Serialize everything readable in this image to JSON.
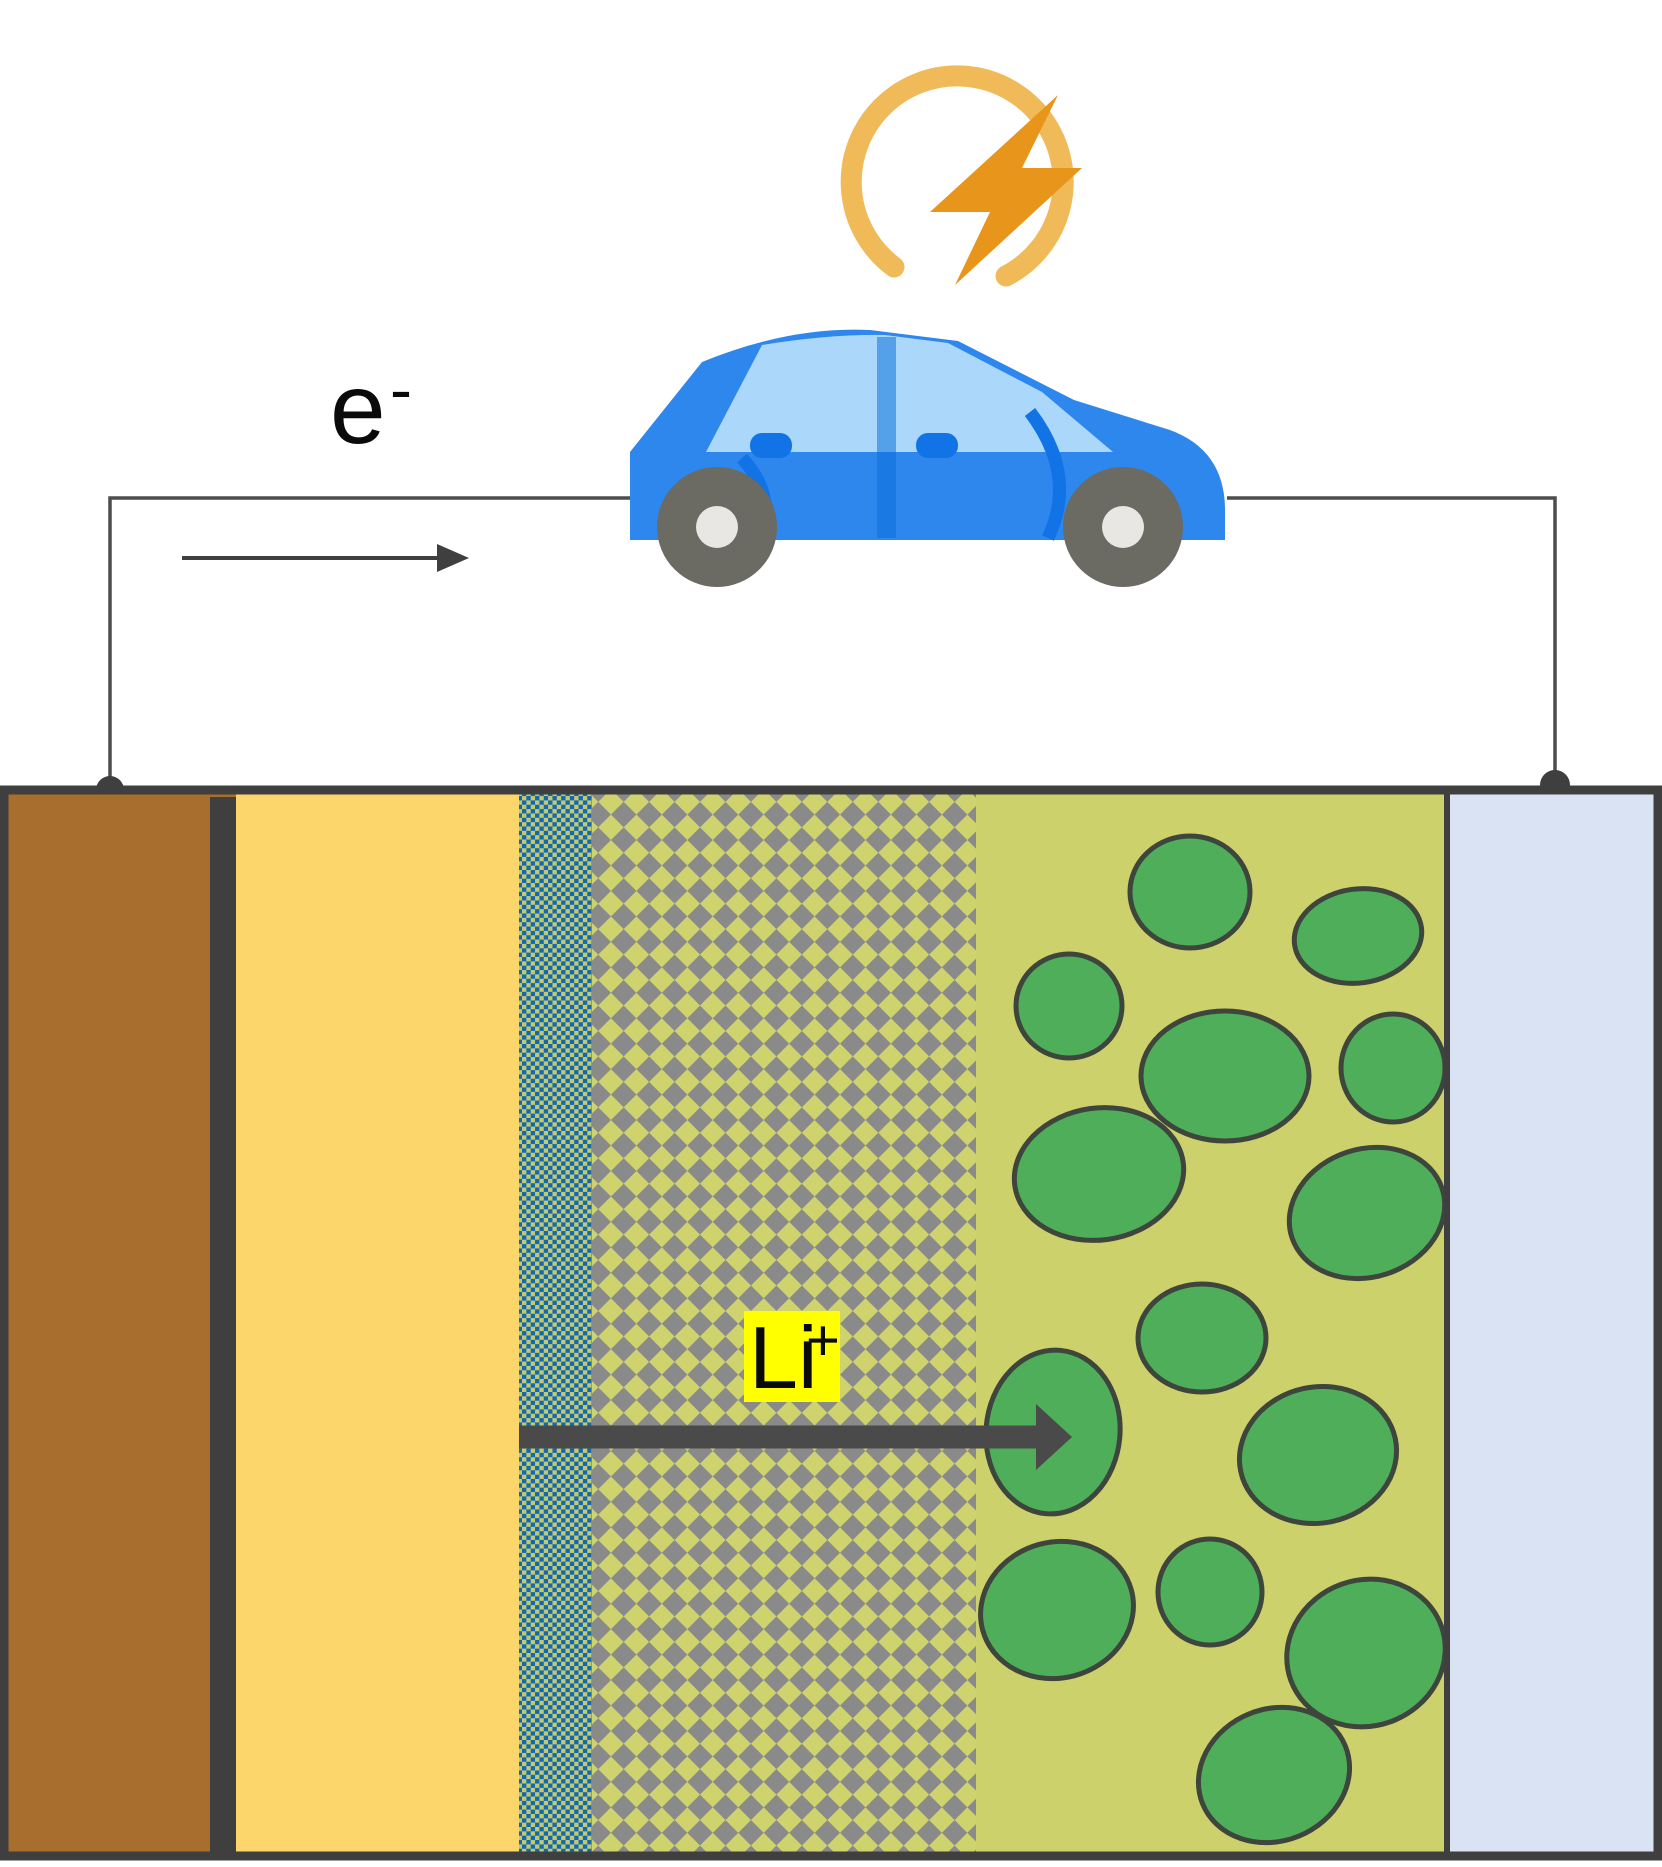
{
  "diagram": {
    "title_hidden": "",
    "electron_label": "e",
    "electron_sup": "-",
    "lithium_label": "Li",
    "lithium_sup": "+"
  },
  "colors": {
    "background": "#ffffff",
    "wire": "#4d4d4d",
    "border": "#3f3f3f",
    "terminal_dot": "#3f3f3f",
    "arrow_dark": "#4a4a4a",
    "copper_collector": "#a86e2e",
    "collector_bar": "#3f3f3f",
    "anode": "#fcd56b",
    "sei_blue": "#1368b2",
    "sei_yellow": "#c2c96e",
    "separator_gray": "#8a8a8a",
    "separator_diamond": "#cfd36e",
    "cathode_bg": "#cdd16c",
    "particle_fill": "#4fae59",
    "particle_stroke": "#3d453c",
    "al_collector": "#dae3f4",
    "car_body": "#2e87ec",
    "car_window": "#abd7fa",
    "car_accent": "#1273e6",
    "car_pillar_window": "#55a1e9",
    "car_pillar_body": "#1b79e3",
    "wheel": "#6b6a63",
    "hub": "#e9e7e3",
    "energy_ring": "#f1ba59",
    "bolt": "#e8951c",
    "li_highlight": "#ffff00",
    "text_black": "#0a0a0a"
  },
  "cathode_particles": [
    [
      1190,
      892,
      60,
      56,
      0
    ],
    [
      1358,
      936,
      64,
      47,
      -8
    ],
    [
      1069,
      1006,
      53,
      52,
      0
    ],
    [
      1225,
      1076,
      84,
      65,
      0
    ],
    [
      1393,
      1068,
      52,
      54,
      0
    ],
    [
      1099,
      1174,
      85,
      66,
      -8
    ],
    [
      1367,
      1213,
      79,
      64,
      -18
    ],
    [
      1202,
      1338,
      64,
      54,
      0
    ],
    [
      1053,
      1432,
      67,
      82,
      5
    ],
    [
      1318,
      1455,
      79,
      68,
      -12
    ],
    [
      1057,
      1610,
      77,
      68,
      -15
    ],
    [
      1210,
      1592,
      52,
      53,
      0
    ],
    [
      1366,
      1653,
      80,
      73,
      -20
    ],
    [
      1274,
      1775,
      77,
      66,
      -22
    ]
  ]
}
